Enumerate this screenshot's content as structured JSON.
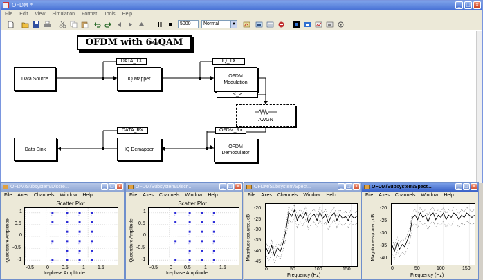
{
  "window": {
    "title": "OFDM *",
    "menu": [
      "File",
      "Edit",
      "View",
      "Simulation",
      "Format",
      "Tools",
      "Help"
    ],
    "stop_time": "5000",
    "sim_mode": "Normal"
  },
  "model": {
    "title": "OFDM with 64QAM",
    "blocks": {
      "data_source": "Data Source",
      "iq_mapper": "IQ Mapper",
      "ofdm_mod_line1": "OFDM",
      "ofdm_mod_line2": "Modulation",
      "awgn": "AWGN",
      "data_sink": "Data Sink",
      "iq_demapper": "IQ Demapper",
      "ofdm_demod_line1": "OFDM",
      "ofdm_demod_line2": "Demodulator"
    },
    "tags": {
      "data_tx": "DATA_TX",
      "iq_tx": "IQ_TX",
      "data_rx": "DATA_RX",
      "ofdm_rx": "OFDM_Rx",
      "small": "<_>"
    }
  },
  "scopes": [
    {
      "title": "OFDM/Subsystem/Discre...",
      "menu": [
        "File",
        "Axes",
        "Channels",
        "Window",
        "Help"
      ],
      "plot_title": "Scatter Plot",
      "xlabel": "In-phase Amplitude",
      "ylabel": "Quadrature Amplitude",
      "xticks": [
        "-0.5",
        "0",
        "0.5",
        "1",
        "1.5"
      ],
      "yticks": [
        "1",
        "0.5",
        "0",
        "-0.5",
        "-1"
      ]
    },
    {
      "title": "OFDM/Subsystem/Discr...",
      "menu": [
        "File",
        "Axes",
        "Channels",
        "Window",
        "Help"
      ],
      "plot_title": "Scatter Plot",
      "xlabel": "In-phase Amplitude",
      "ylabel": "Quadrature Amplitude",
      "xticks": [
        "-0.5",
        "0",
        "0.5",
        "1",
        "1.5"
      ],
      "yticks": [
        "1",
        "0.5",
        "0",
        "-0.5",
        "-1"
      ]
    },
    {
      "title": "OFDM/Subsystem/Spect...",
      "menu": [
        "File",
        "Axes",
        "Channels",
        "Window",
        "Help"
      ],
      "xlabel": "Frequency (Hz)",
      "ylabel": "Magnitude-squared, dB",
      "xticks": [
        "0",
        "50",
        "100",
        "150"
      ],
      "yticks": [
        "-20",
        "-25",
        "-30",
        "-35",
        "-40",
        "-45"
      ]
    },
    {
      "title": "OFDM/Subsystem/Spect...",
      "menu": [
        "File",
        "Axes",
        "Channels",
        "Window",
        "Help"
      ],
      "xlabel": "Frequency (Hz)",
      "ylabel": "Magnitude-squared, dB",
      "xticks": [
        "0",
        "50",
        "100",
        "150"
      ],
      "yticks": [
        "-20",
        "-25",
        "-30",
        "-35",
        "-40"
      ]
    }
  ],
  "chart_data": [
    {
      "type": "scatter",
      "title": "Scatter Plot",
      "xlabel": "In-phase Amplitude",
      "ylabel": "Quadrature Amplitude",
      "xlim": [
        -0.5,
        1.7
      ],
      "ylim": [
        -1.2,
        1.2
      ],
      "grid": true,
      "x": [
        0.15,
        0.5,
        0.8,
        1.1,
        0.15,
        0.5,
        0.8,
        1.1,
        0.5,
        0.8,
        1.1,
        0.15,
        0.5,
        0.8,
        1.1,
        0.5,
        0.8,
        1.1,
        0.15,
        0.5,
        0.8,
        1.1
      ],
      "y": [
        1.0,
        1.0,
        1.0,
        1.0,
        0.6,
        0.6,
        0.6,
        0.6,
        0.2,
        0.2,
        0.2,
        -0.2,
        -0.2,
        -0.2,
        -0.2,
        -0.6,
        -0.6,
        -0.6,
        -1.0,
        -1.0,
        -1.0,
        -1.0
      ]
    },
    {
      "type": "scatter",
      "title": "Scatter Plot",
      "xlabel": "In-phase Amplitude",
      "ylabel": "Quadrature Amplitude",
      "xlim": [
        -0.5,
        1.7
      ],
      "ylim": [
        -1.2,
        1.2
      ],
      "grid": true,
      "x": [
        0.15,
        0.5,
        0.8,
        1.1,
        0.15,
        0.5,
        0.8,
        1.1,
        0.5,
        0.8,
        1.1,
        0.15,
        0.5,
        0.8,
        1.1,
        0.5,
        0.8,
        1.1,
        0.15,
        0.5,
        0.8,
        1.1
      ],
      "y": [
        1.0,
        1.0,
        1.0,
        1.0,
        0.6,
        0.6,
        0.6,
        0.6,
        0.2,
        0.2,
        0.2,
        -0.2,
        -0.2,
        -0.2,
        -0.2,
        -0.6,
        -0.6,
        -0.6,
        -1.0,
        -1.0,
        -1.0,
        -1.0
      ]
    },
    {
      "type": "line",
      "xlabel": "Frequency (Hz)",
      "ylabel": "Magnitude-squared, dB",
      "xlim": [
        0,
        160
      ],
      "ylim": [
        -47,
        -17
      ],
      "x": [
        0,
        5,
        10,
        15,
        20,
        25,
        30,
        35,
        40,
        45,
        50,
        55,
        60,
        65,
        70,
        75,
        80,
        85,
        90,
        95,
        100,
        105,
        110,
        115,
        120,
        125,
        130,
        135,
        140,
        145,
        150,
        155,
        160
      ],
      "series": [
        {
          "values": [
            -38,
            -41,
            -37,
            -42,
            -38,
            -40,
            -36,
            -30,
            -21,
            -23,
            -20,
            -25,
            -22,
            -24,
            -21,
            -26,
            -23,
            -22,
            -25,
            -21,
            -24,
            -22,
            -26,
            -23,
            -21,
            -25,
            -22,
            -24,
            -23,
            -25,
            -22,
            -24,
            -23
          ]
        }
      ]
    },
    {
      "type": "line",
      "xlabel": "Frequency (Hz)",
      "ylabel": "Magnitude-squared, dB",
      "xlim": [
        0,
        160
      ],
      "ylim": [
        -44,
        -17
      ],
      "x": [
        0,
        5,
        10,
        15,
        20,
        25,
        30,
        35,
        40,
        45,
        50,
        55,
        60,
        65,
        70,
        75,
        80,
        85,
        90,
        95,
        100,
        105,
        110,
        115,
        120,
        125,
        130,
        135,
        140,
        145,
        150,
        155,
        160
      ],
      "series": [
        {
          "values": [
            -35,
            -38,
            -34,
            -37,
            -35,
            -36,
            -33,
            -30,
            -23,
            -22,
            -24,
            -21,
            -23,
            -22,
            -25,
            -22,
            -21,
            -24,
            -22,
            -23,
            -21,
            -24,
            -22,
            -23,
            -21,
            -22,
            -24,
            -22,
            -23,
            -21,
            -22,
            -23,
            -22
          ]
        }
      ]
    }
  ]
}
